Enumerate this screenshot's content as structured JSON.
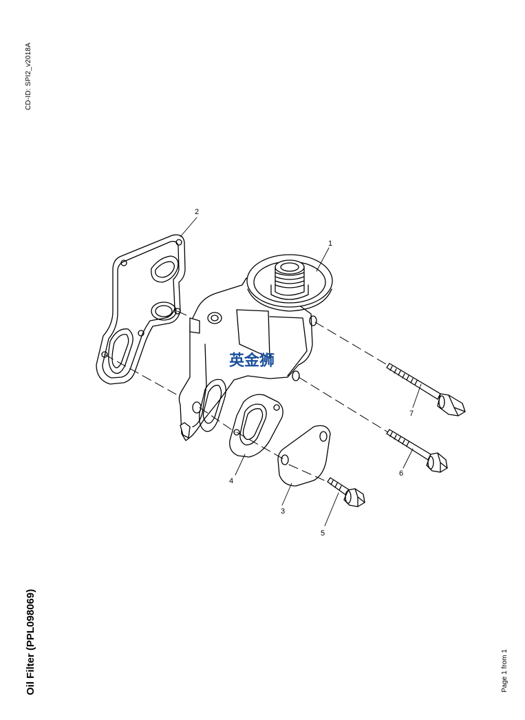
{
  "header": {
    "cd_id": "CD-ID: SPI2_v2018A"
  },
  "footer": {
    "title": "Oil Filter (PPL098069)",
    "page": "Page 1 from 1"
  },
  "watermark": {
    "text": "英金狮",
    "color": "#1a4f9c"
  },
  "callouts": {
    "c1": "1",
    "c2": "2",
    "c3": "3",
    "c4": "4",
    "c5": "5",
    "c6": "6",
    "c7": "7"
  }
}
